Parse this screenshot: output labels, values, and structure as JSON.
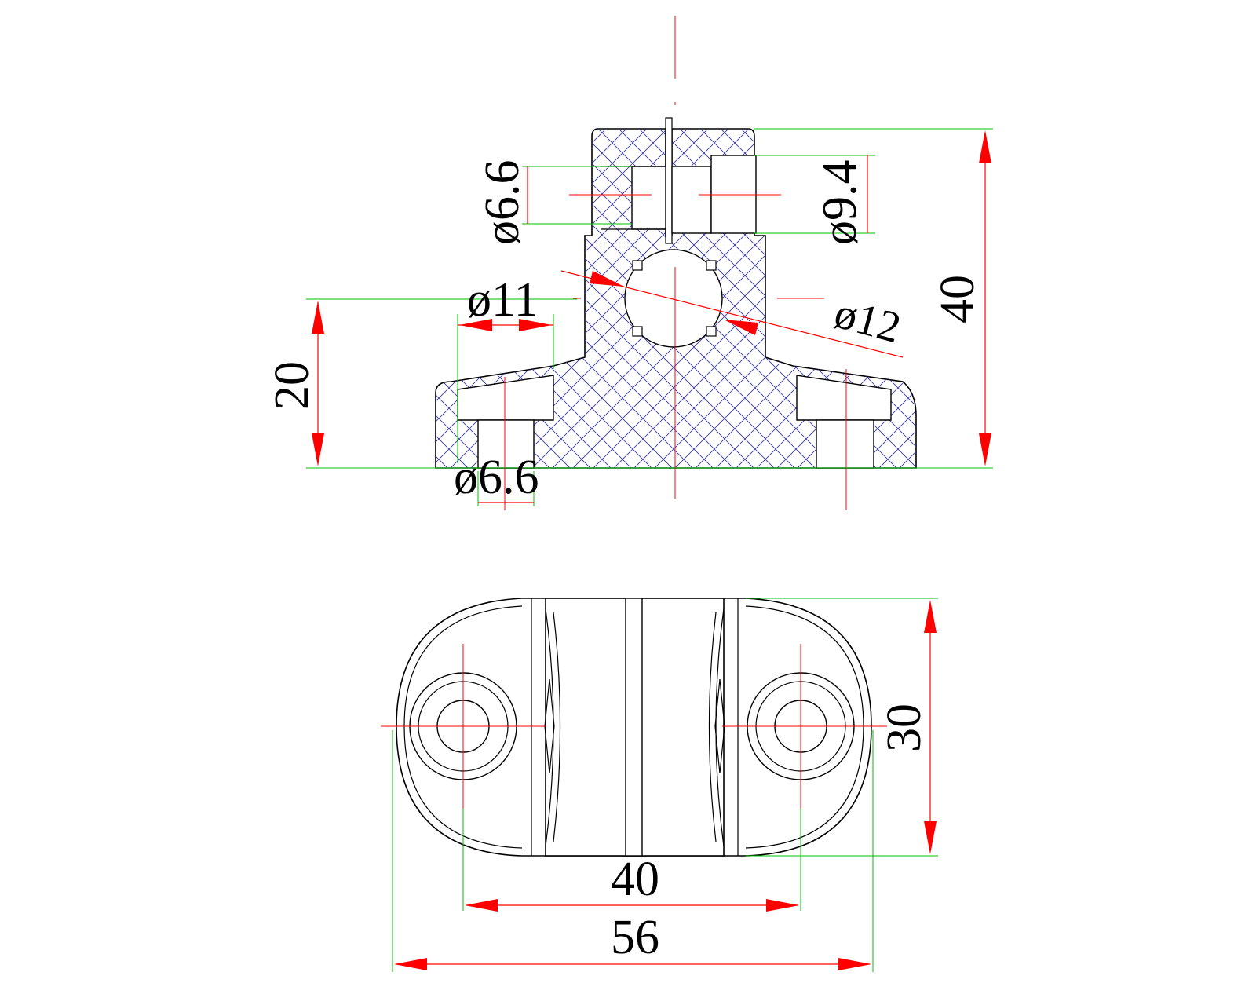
{
  "front_view": {
    "dia_upper_left": "ø6.6",
    "dia_upper_right": "ø9.4",
    "dia_bore": "ø11",
    "dia_clamp": "ø12",
    "dia_lower": "ø6.6",
    "height_total": "40",
    "height_center": "20"
  },
  "top_view": {
    "width": "30",
    "hole_spacing": "40",
    "overall_length": "56"
  },
  "colors": {
    "centerline": "#ff0000",
    "extension_line": "#00c000",
    "hatch": "#3030a0",
    "outline": "#000000"
  }
}
